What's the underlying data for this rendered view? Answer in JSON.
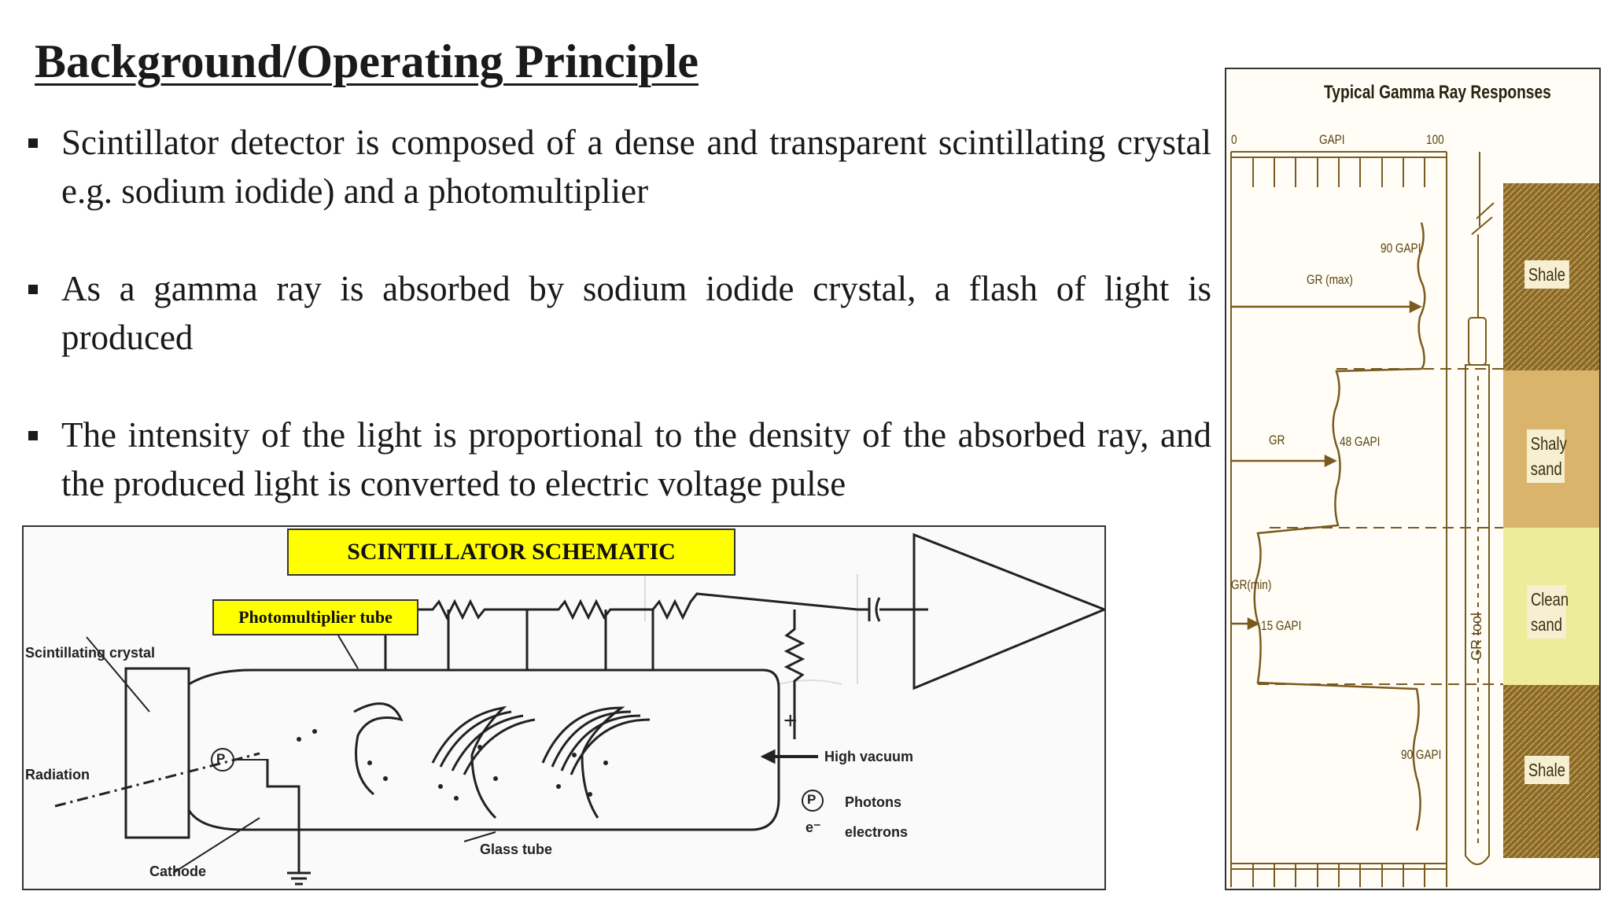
{
  "slide": {
    "title": "Background/Operating Principle",
    "bullets": [
      "Scintillator detector is composed of a dense and transparent scintillating crystal e.g. sodium iodide) and a photomultiplier",
      "As a gamma ray is absorbed by sodium iodide crystal, a flash of light is produced",
      "The intensity of the light is proportional to the density of the absorbed ray, and the produced light is converted to electric voltage pulse"
    ]
  },
  "schematic": {
    "title": "SCINTILLATOR SCHEMATIC",
    "pmt_label": "Photomultiplier tube",
    "labels": {
      "crystal": "Scintillating crystal",
      "radiation": "Radiation",
      "cathode": "Cathode",
      "glass_tube": "Glass tube",
      "high_vacuum": "High vacuum",
      "photons": "Photons",
      "electrons": "electrons",
      "p_symbol": "P",
      "e_symbol": "e⁻",
      "plus": "+"
    }
  },
  "log": {
    "title": "Typical Gamma Ray Responses",
    "scale_min": "0",
    "scale_unit": "GAPI",
    "scale_max": "100",
    "labels": {
      "gapi_90_top": "90 GAPI",
      "gr_max": "GR (max)",
      "gr": "GR",
      "gapi_48": "48 GAPI",
      "gr_min": "GR(min)",
      "gapi_15": "15 GAPI",
      "gapi_90_bottom": "90 GAPI",
      "tool": "GR tool"
    },
    "zones": [
      {
        "name": "Shale"
      },
      {
        "name": "Shaly sand"
      },
      {
        "name": "Clean sand"
      },
      {
        "name": "Shale"
      }
    ],
    "colors": {
      "shale": "#8a6a2a",
      "shaly_sand": "#d9b46a",
      "clean_sand": "#ecec9a",
      "curve": "#7a5a20"
    }
  }
}
